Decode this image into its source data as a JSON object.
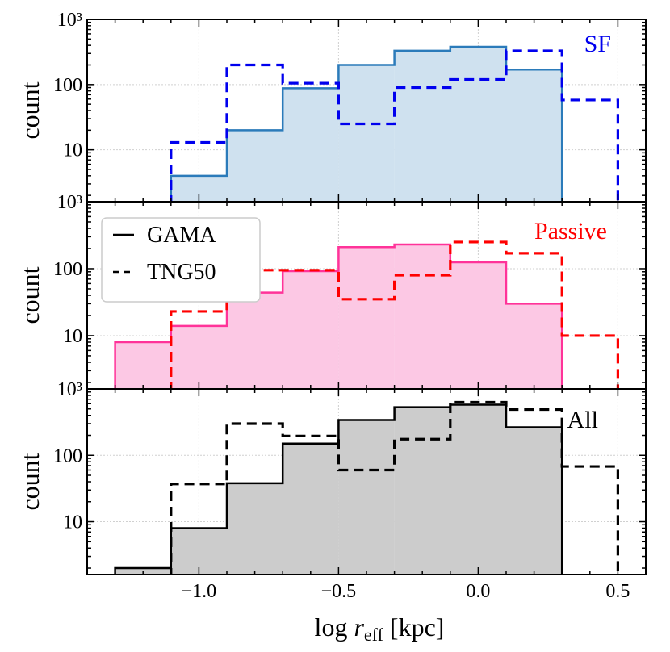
{
  "chart_data": [
    {
      "panel": "SF",
      "type": "bar",
      "label": "SF",
      "label_color": "#0000ee",
      "ylabel": "count",
      "yscale": "log",
      "ylim": [
        1.6,
        1000
      ],
      "ytick_labels": [
        {
          "value": 10,
          "text": "10"
        },
        {
          "value": 100,
          "text": "100"
        },
        {
          "value": 1000,
          "text": "10³"
        }
      ],
      "bin_edges": [
        -1.3,
        -1.1,
        -0.9,
        -0.7,
        -0.5,
        -0.3,
        -0.1,
        0.1,
        0.3,
        0.5
      ],
      "series": [
        {
          "name": "GAMA",
          "style": "solid-filled",
          "color": "#2b7bba",
          "fill": "#cfe1ef",
          "values": [
            null,
            4,
            20,
            88,
            200,
            330,
            380,
            170,
            null
          ]
        },
        {
          "name": "TNG50",
          "style": "dashed",
          "color": "#0000ee",
          "values": [
            null,
            13,
            200,
            105,
            25,
            90,
            120,
            330,
            58
          ]
        }
      ]
    },
    {
      "panel": "Passive",
      "type": "bar",
      "label": "Passive",
      "label_color": "#ff0000",
      "ylabel": "count",
      "yscale": "log",
      "ylim": [
        1.6,
        1000
      ],
      "ytick_labels": [
        {
          "value": 10,
          "text": "10"
        },
        {
          "value": 100,
          "text": "100"
        },
        {
          "value": 1000,
          "text": "10³"
        }
      ],
      "bin_edges": [
        -1.3,
        -1.1,
        -0.9,
        -0.7,
        -0.5,
        -0.3,
        -0.1,
        0.1,
        0.3,
        0.5
      ],
      "series": [
        {
          "name": "GAMA",
          "style": "solid-filled",
          "color": "#ff3399",
          "fill": "#fcc8e4",
          "values": [
            8,
            14,
            44,
            92,
            210,
            230,
            125,
            30,
            null
          ]
        },
        {
          "name": "TNG50",
          "style": "dashed",
          "color": "#ff0000",
          "values": [
            null,
            23,
            95,
            95,
            35,
            80,
            250,
            170,
            10
          ]
        }
      ]
    },
    {
      "panel": "All",
      "type": "bar",
      "label": "All",
      "label_color": "#000000",
      "ylabel": "count",
      "xlabel": "log r_eff [kpc]",
      "yscale": "log",
      "ylim": [
        1.6,
        1000
      ],
      "ytick_labels": [
        {
          "value": 10,
          "text": "10"
        },
        {
          "value": 100,
          "text": "100"
        },
        {
          "value": 1000,
          "text": "10³"
        }
      ],
      "bin_edges": [
        -1.3,
        -1.1,
        -0.9,
        -0.7,
        -0.5,
        -0.3,
        -0.1,
        0.1,
        0.3,
        0.5
      ],
      "series": [
        {
          "name": "GAMA",
          "style": "solid-filled",
          "color": "#000000",
          "fill": "#cccccc",
          "values": [
            2,
            8,
            38,
            150,
            340,
            530,
            580,
            265,
            null
          ]
        },
        {
          "name": "TNG50",
          "style": "dashed",
          "color": "#000000",
          "values": [
            null,
            37,
            300,
            195,
            60,
            175,
            630,
            490,
            68
          ]
        }
      ]
    }
  ],
  "xaxis": {
    "xlim": [
      -1.4,
      0.6
    ],
    "tick_labels": [
      {
        "value": -1.0,
        "text": "−1.0"
      },
      {
        "value": -0.5,
        "text": "−0.5"
      },
      {
        "value": 0.0,
        "text": "0.0"
      },
      {
        "value": 0.5,
        "text": "0.5"
      }
    ],
    "label_main": "log ",
    "label_var": "r",
    "label_sub": "eff",
    "label_unit": " [kpc]"
  },
  "legend": {
    "placement": "upper-left of middle panel",
    "entries": [
      {
        "name": "GAMA",
        "style": "solid"
      },
      {
        "name": "TNG50",
        "style": "dashed"
      }
    ]
  },
  "grid": true
}
